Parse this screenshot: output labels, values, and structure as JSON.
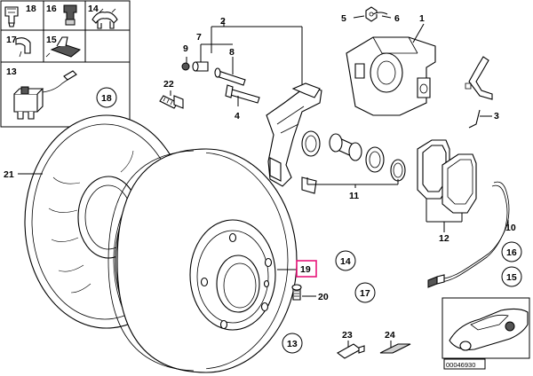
{
  "callouts": {
    "c1": "1",
    "c2": "2",
    "c3": "3",
    "c4": "4",
    "c5": "5",
    "c6": "6",
    "c7": "7",
    "c8": "8",
    "c9": "9",
    "c10": "10",
    "c11": "11",
    "c12": "12",
    "c13": "13",
    "c14": "14",
    "c15": "15",
    "c16": "16",
    "c17": "17",
    "c18": "18",
    "c19": "19",
    "c20": "20",
    "c21": "21",
    "c22": "22",
    "c23": "23",
    "c24": "24"
  },
  "inset_labels": {
    "i18": "18",
    "i16": "16",
    "i14": "14",
    "i17": "17",
    "i15": "15",
    "i13": "13"
  },
  "circled_labels": {
    "cc18": "18",
    "cc14": "14",
    "cc16": "16",
    "cc15": "15",
    "cc17": "17",
    "cc13": "13"
  },
  "highlight_label": "19",
  "reference_number": "00046930",
  "highlight_color": "#e8157a"
}
